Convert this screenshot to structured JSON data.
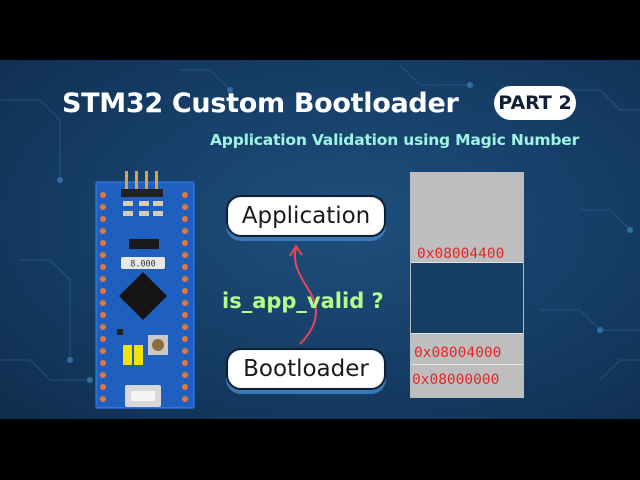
{
  "thumbnail": {
    "title": "STM32 Custom Bootloader",
    "badge": "PART 2",
    "subtitle": "Application Validation using Magic Number",
    "app_label": "Application",
    "boot_label": "Bootloader",
    "question": "is_app_valid ?",
    "board_display": "8.000",
    "memory": {
      "app_address": "0x08004400",
      "lower_address_1": "0x08004000",
      "lower_address_2": "0x08000000"
    }
  },
  "colors": {
    "background": "#17406a",
    "title": "#ffffff",
    "subtitle": "#9ff3e4",
    "question": "#b4ff8a",
    "address": "#e4262a",
    "board": "#1f5fbf"
  },
  "icons": [
    "stm32-blue-pill-board-icon",
    "curved-arrow-icon"
  ]
}
